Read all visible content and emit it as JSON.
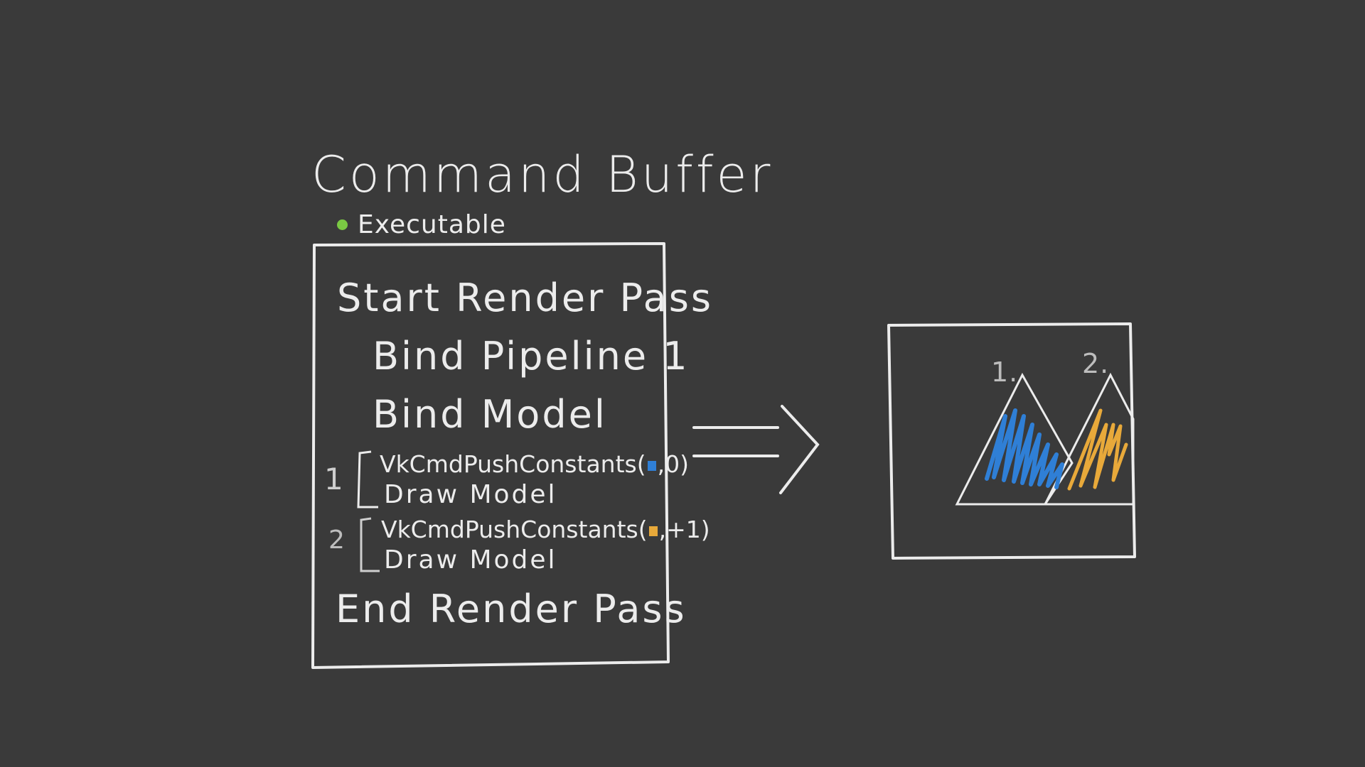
{
  "title": "Command Buffer",
  "status": {
    "label": "Executable",
    "color": "#7ac943"
  },
  "commands": {
    "start": "Start Render Pass",
    "bind_pipeline": "Bind Pipeline 1",
    "bind_model": "Bind Model",
    "end": "End Render Pass"
  },
  "groups": [
    {
      "number": "1",
      "push_fn": "VkCmdPushConstants",
      "push_open": "(",
      "push_args": ",0)",
      "swatch_color": "#2f7fd6",
      "draw": "Draw Model"
    },
    {
      "number": "2",
      "push_fn": "VkCmdPushConstants",
      "push_open": "(",
      "push_args": ",+1)",
      "swatch_color": "#e8a93a",
      "draw": "Draw Model"
    }
  ],
  "output": {
    "labels": [
      "1.",
      "2."
    ],
    "colors": {
      "first": "#2f7fd6",
      "second": "#e8a93a"
    }
  }
}
